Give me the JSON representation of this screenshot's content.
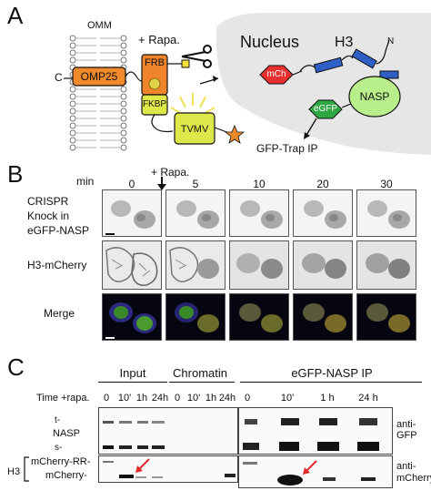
{
  "panel_a": {
    "letter": "A",
    "omm_label": "OMM",
    "rapa_label": "+ Rapa.",
    "c_label": "C",
    "omp25_label": "OMP25",
    "frb_label": "FRB",
    "fkbp_label": "FKBP",
    "tvmv_label": "TVMV",
    "nucleus_label": "Nucleus",
    "h3_label": "H3",
    "n_label": "N",
    "mch_label": "mCh",
    "nasp_label": "NASP",
    "egfp_label": "eGFP",
    "gfp_trap_label": "GFP-Trap IP",
    "colors": {
      "omp25": "#f08a2a",
      "frb": "#f0842a",
      "fkbp": "#dfe84a",
      "tvmv": "#dfe84a",
      "mch": "#e8312e",
      "egfp": "#2fa844",
      "nasp": "#b9ef8a",
      "h3": "#2d5fc4",
      "nucleus": "#e6e6e6",
      "star": "#e98a2a"
    }
  },
  "panel_b": {
    "letter": "B",
    "min_label": "min",
    "rapa_label": "+ Rapa.",
    "timepoints": [
      "0",
      "5",
      "10",
      "20",
      "30"
    ],
    "rows": [
      {
        "label": "CRISPR\nKnock in\neGFP-NASP"
      },
      {
        "label": "H3-mCherry"
      },
      {
        "label": "Merge"
      }
    ]
  },
  "panel_c": {
    "letter": "C",
    "input_label": "Input",
    "chromatin_label": "Chromatin",
    "ip_label": "eGFP-NASP IP",
    "time_label": "Time +rapa.",
    "lanes_input": [
      "0",
      "10'",
      "1h",
      "24h"
    ],
    "lanes_chromatin": [
      "0",
      "10'",
      "1h",
      "24h"
    ],
    "lanes_ip": [
      "0",
      "10'",
      "1 h",
      "24 h"
    ],
    "t_label": "t-",
    "s_label": "s-",
    "nasp_label": "NASP",
    "h3_label": "H3",
    "mcherry_rr_label": "mCherry-RR-",
    "mcherry_label": "mCherry-",
    "anti_gfp_label": "anti-GFP",
    "anti_mcherry_label": "anti-\nmCherry"
  }
}
